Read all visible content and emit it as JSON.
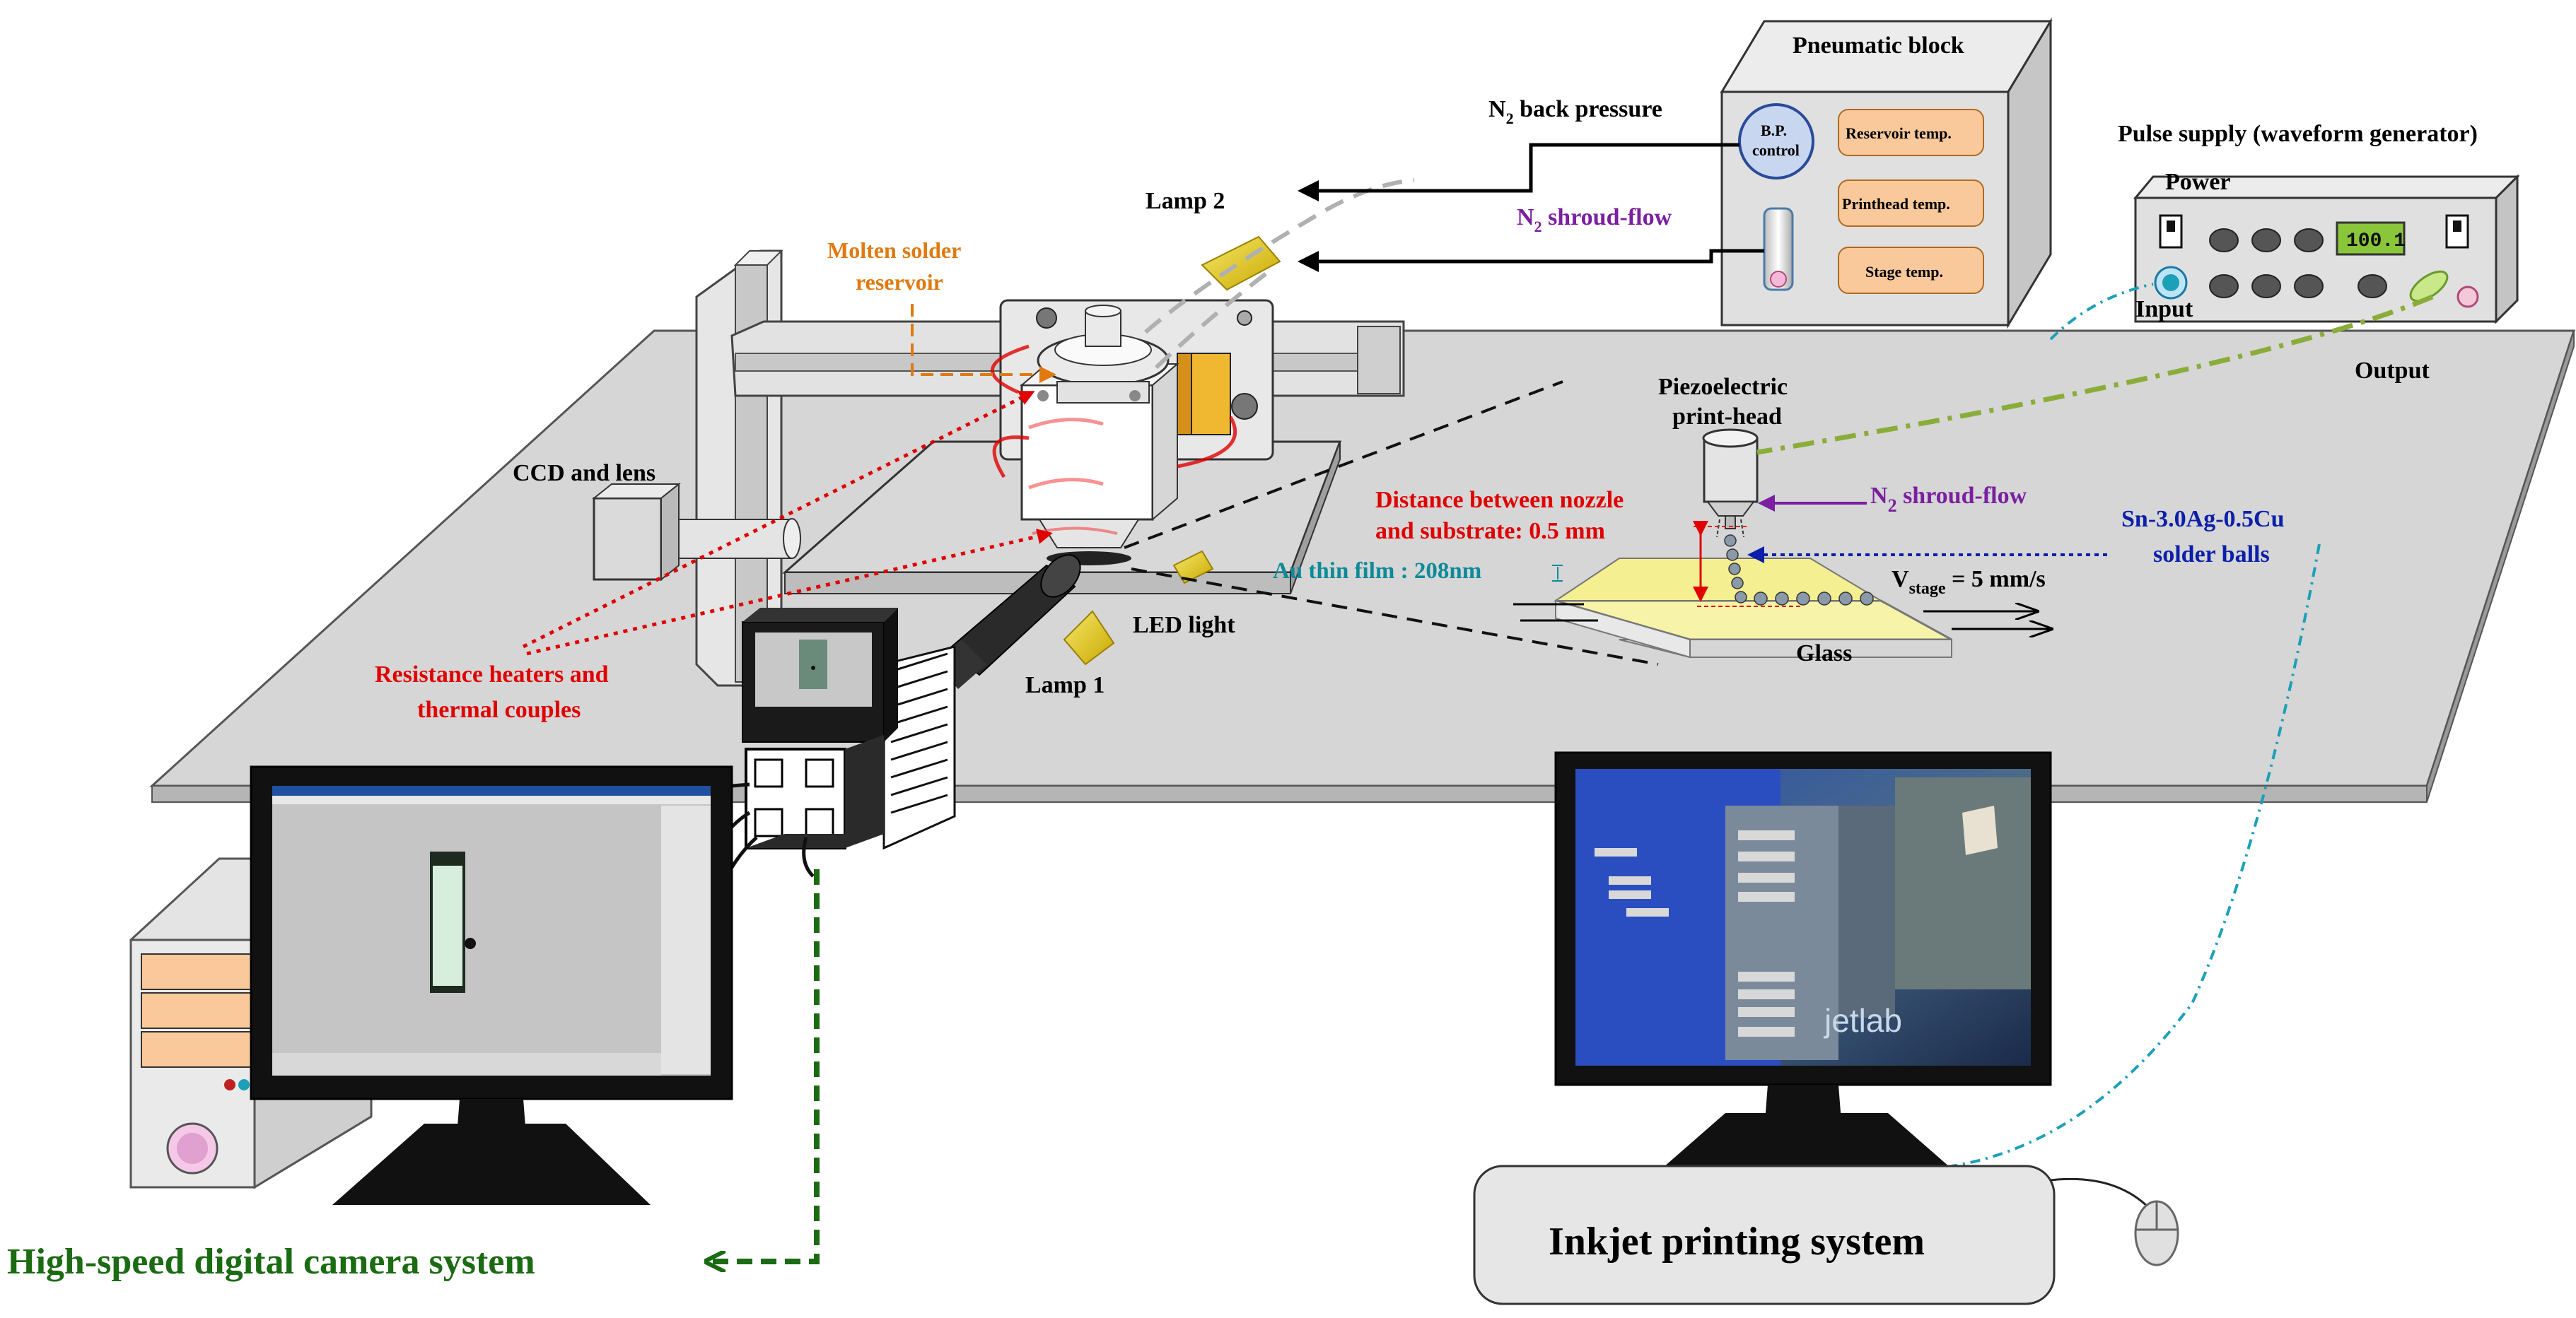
{
  "labels": {
    "pneumatic_block": "Pneumatic block",
    "bp_control_1": "B.P.",
    "bp_control_2": "control",
    "reservoir_temp": "Reservoir temp.",
    "printhead_temp": "Printhead temp.",
    "stage_temp": "Stage temp.",
    "n2_back_pressure": "N",
    "n2_back_pressure_sub": "2",
    "n2_back_pressure_rest": " back pressure",
    "n2_shroud_flow_top": "N",
    "n2_shroud_flow_top_sub": "2",
    "n2_shroud_flow_top_rest": " shroud-flow",
    "pulse_supply": "Pulse supply (waveform generator)",
    "power": "Power",
    "display_value": "100.1",
    "input": "Input",
    "output": "Output",
    "lamp2": "Lamp 2",
    "lamp1": "Lamp 1",
    "molten_solder_1": "Molten solder",
    "molten_solder_2": "reservoir",
    "ccd_lens": "CCD and lens",
    "led_light": "LED light",
    "piezo_1": "Piezoelectric",
    "piezo_2": "print-head",
    "n2_shroud_flow_mid": "N",
    "n2_shroud_flow_mid_sub": "2",
    "n2_shroud_flow_mid_rest": " shroud-flow",
    "distance_1": "Distance between nozzle",
    "distance_2": "and substrate: 0.5 mm",
    "au_film": "Au thin film : 208nm",
    "solder_1": "Sn-3.0Ag-0.5Cu",
    "solder_2": "solder balls",
    "vstage": "V",
    "vstage_sub": "stage",
    "vstage_rest": " = 5 mm/s",
    "glass": "Glass",
    "heaters_1": "Resistance heaters and",
    "heaters_2": "thermal couples",
    "high_speed": "High-speed digital camera system",
    "inkjet": "Inkjet printing system",
    "jetlab": "jetlab"
  },
  "colors": {
    "table": "#d6d6d6",
    "box_fill": "#e0e0e0",
    "orange_btn": "#f9c99b",
    "red": "#e00000",
    "green_dash": "#1b6b12",
    "teal_line": "#1ba0b8",
    "olive_line": "#8aad3a"
  }
}
